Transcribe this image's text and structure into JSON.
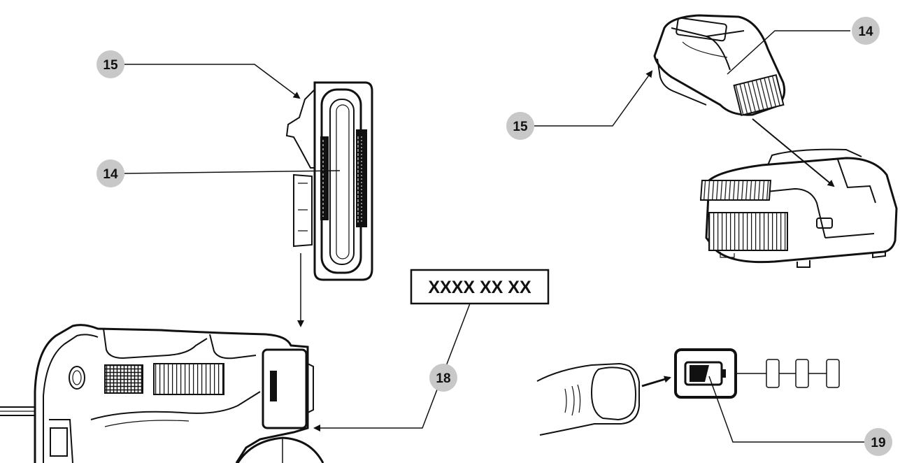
{
  "callouts": {
    "battery_side_release": "15",
    "battery_side_pack": "14",
    "charger_pack": "14",
    "charger_release": "15",
    "date_code": "18",
    "fuel_gauge": "19"
  },
  "date_code_label": "XXXX XX XX",
  "colors": {
    "callout_fill": "#c8c8c8",
    "ink": "#111111",
    "background": "#ffffff"
  },
  "icons": {
    "battery_side": "battery-pack-side-view",
    "battery_top": "battery-pack-top-view",
    "charger": "charger-base",
    "tool": "tool-body",
    "finger": "finger-pressing",
    "gauge": "battery-fuel-gauge"
  }
}
